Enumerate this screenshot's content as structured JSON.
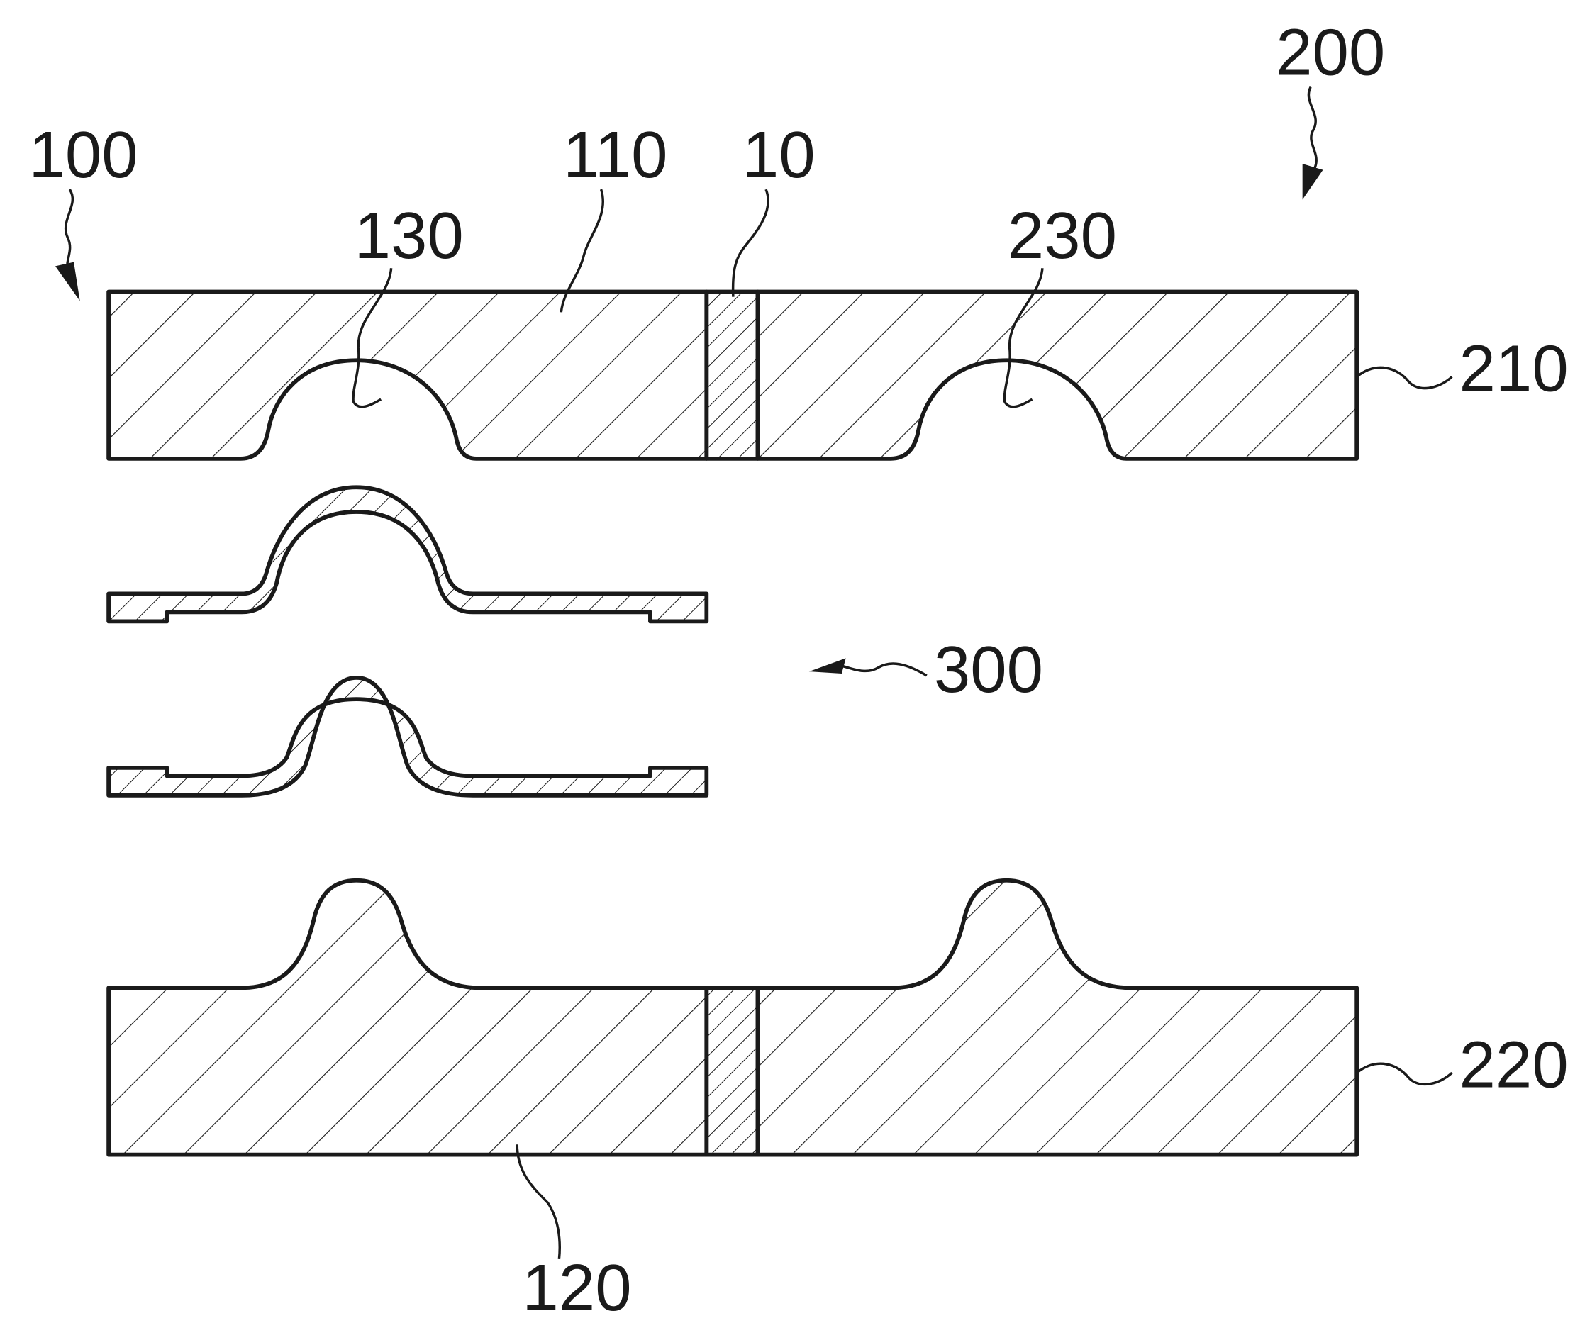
{
  "figure": {
    "labels": {
      "mold_first": "100",
      "mold_second": "200",
      "upper_die_first": "110",
      "insulator": "10",
      "cavity_first": "130",
      "cavity_second": "230",
      "upper_die_second": "210",
      "workpiece": "300",
      "lower_die_second": "220",
      "lower_die_first": "120"
    },
    "colors": {
      "line": "#1a1a1a",
      "background": "#ffffff"
    }
  }
}
